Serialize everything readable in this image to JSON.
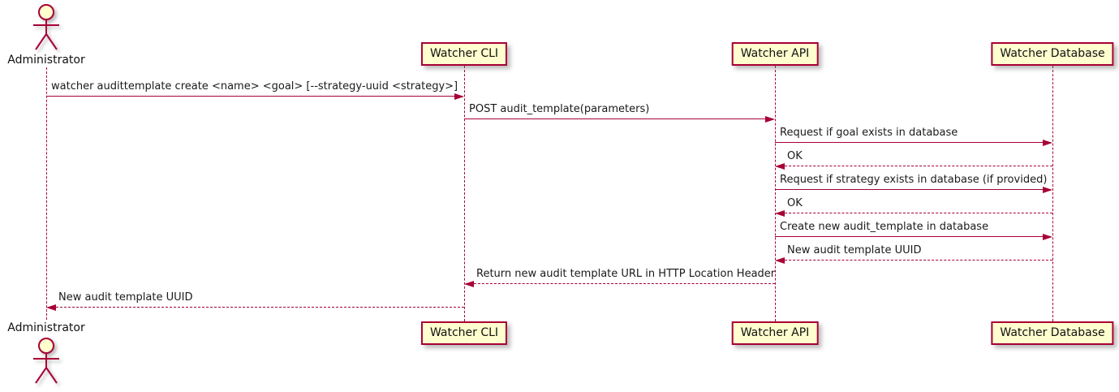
{
  "diagram": {
    "kind": "sequence-diagram",
    "colors": {
      "background": "#FFFFFF",
      "participant_fill": "#FEFECE",
      "participant_border": "#A80036",
      "lifeline": "#A80036",
      "arrow": "#A80036",
      "text": "#000000"
    },
    "participants": [
      {
        "id": "administrator",
        "label": "Administrator",
        "type": "actor"
      },
      {
        "id": "watcher-cli",
        "label": "Watcher CLI",
        "type": "participant"
      },
      {
        "id": "watcher-api",
        "label": "Watcher API",
        "type": "participant"
      },
      {
        "id": "watcher-database",
        "label": "Watcher Database",
        "type": "participant"
      }
    ],
    "messages": [
      {
        "from": "Administrator",
        "to": "Watcher CLI",
        "line": "solid",
        "text": "watcher audittemplate create <name> <goal> [--strategy-uuid <strategy>]"
      },
      {
        "from": "Watcher CLI",
        "to": "Watcher API",
        "line": "solid",
        "text": "POST audit_template(parameters)"
      },
      {
        "from": "Watcher API",
        "to": "Watcher Database",
        "line": "solid",
        "text": "Request if goal exists in database"
      },
      {
        "from": "Watcher Database",
        "to": "Watcher API",
        "line": "dashed",
        "text": "OK"
      },
      {
        "from": "Watcher API",
        "to": "Watcher Database",
        "line": "solid",
        "text": "Request if strategy exists in database (if provided)"
      },
      {
        "from": "Watcher Database",
        "to": "Watcher API",
        "line": "dashed",
        "text": "OK"
      },
      {
        "from": "Watcher API",
        "to": "Watcher Database",
        "line": "solid",
        "text": "Create new audit_template in database"
      },
      {
        "from": "Watcher Database",
        "to": "Watcher API",
        "line": "dashed",
        "text": "New audit template UUID"
      },
      {
        "from": "Watcher API",
        "to": "Watcher CLI",
        "line": "dashed",
        "text": "Return new audit template URL in HTTP Location Header"
      },
      {
        "from": "Watcher CLI",
        "to": "Administrator",
        "line": "dashed",
        "text": "New audit template UUID"
      }
    ]
  }
}
